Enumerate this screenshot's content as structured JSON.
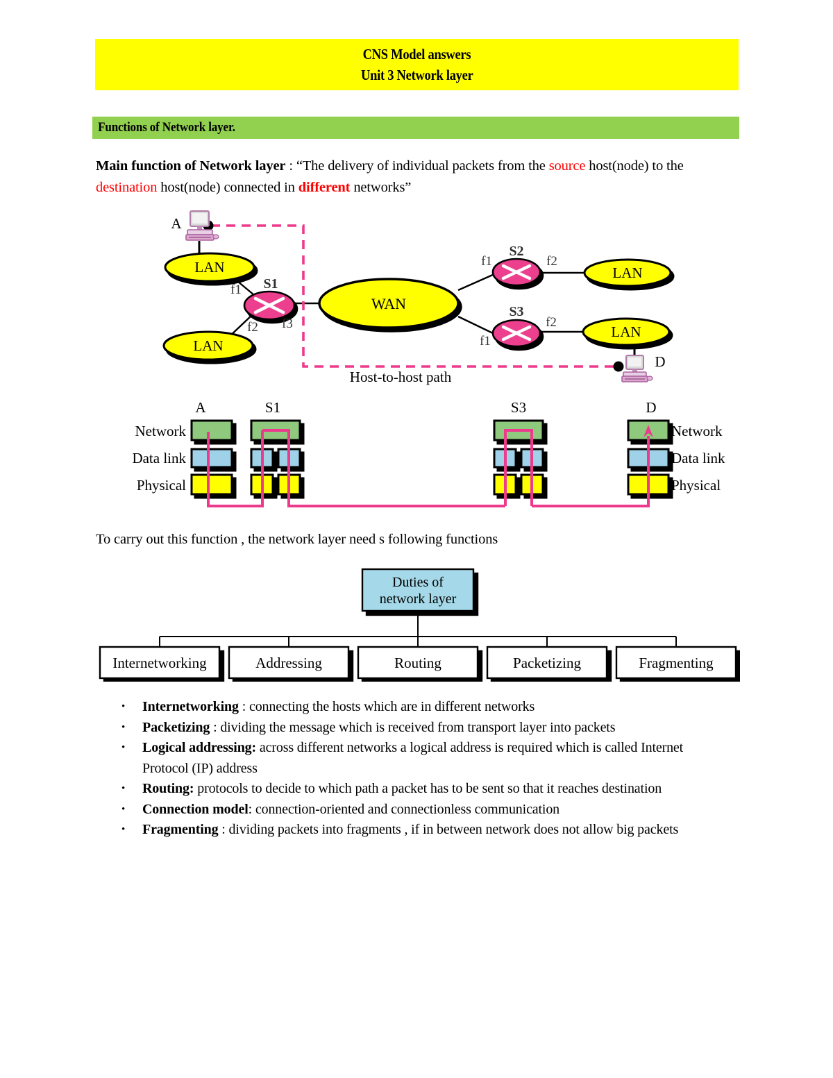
{
  "document": {
    "title_lines": [
      "CNS Model answers",
      "Unit 3 Network layer"
    ],
    "section_heading": "Functions of Network layer.",
    "intro": {
      "lead": "Main function of Network layer",
      "part1": " : “The delivery of individual packets from the ",
      "kw1": "source",
      "part2": " host(node) to the ",
      "kw2": "destination",
      "part3": " host(node) connected in ",
      "kw3": "different",
      "part4": " networks”"
    },
    "mid_paragraph": "To carry out this function , the network layer need s following functions"
  },
  "colors": {
    "title_band": "#ffff00",
    "section_band": "#92d050",
    "accent_red": "#ff0000",
    "lan_fill": "#ffff00",
    "wan_fill": "#ffff00",
    "router_fill": "#ec3f8f",
    "path_pink": "#ee3a8c",
    "network_layer": "#8fc97e",
    "datalink_layer": "#9fd2e8",
    "physical_layer": "#ffff00",
    "duties_box": "#a5d8e8"
  },
  "topology_figure": {
    "caption": "Host-to-host path",
    "hosts": [
      {
        "label": "A",
        "role": "source-host"
      },
      {
        "label": "D",
        "role": "destination-host"
      }
    ],
    "clouds": [
      {
        "label": "LAN",
        "id": "lan-top-left"
      },
      {
        "label": "LAN",
        "id": "lan-bottom-left"
      },
      {
        "label": "WAN",
        "id": "wan-center"
      },
      {
        "label": "LAN",
        "id": "lan-top-right"
      },
      {
        "label": "LAN",
        "id": "lan-bottom-right"
      }
    ],
    "routers": [
      {
        "label": "S1",
        "interfaces": [
          "f1",
          "f2",
          "f3"
        ]
      },
      {
        "label": "S2",
        "interfaces": [
          "f1",
          "f2"
        ]
      },
      {
        "label": "S3",
        "interfaces": [
          "f1",
          "f2"
        ]
      }
    ]
  },
  "stack_figure": {
    "node_labels": [
      "A",
      "S1",
      "S3",
      "D"
    ],
    "layer_labels_left": [
      "Network",
      "Data link",
      "Physical"
    ],
    "layer_labels_right": [
      "Network",
      "Data link",
      "Physical"
    ]
  },
  "duties_figure": {
    "root": "Duties of\nnetwork layer",
    "root_line1": "Duties of",
    "root_line2": "network layer",
    "children": [
      "Internetworking",
      "Addressing",
      "Routing",
      "Packetizing",
      "Fragmenting"
    ]
  },
  "bullets": [
    {
      "marker": "•",
      "term": "Internetworking",
      "rest": " : connecting the hosts which are in different networks"
    },
    {
      "marker": "•",
      "term": "Packetizing",
      "rest": " : dividing the message which is received from transport layer into packets"
    },
    {
      "marker": "•",
      "term": "Logical addressing:",
      "rest": "  across different networks a logical address is required which is called Internet Protocol (IP) address"
    },
    {
      "marker": "•",
      "term": "Routing:",
      "rest": " protocols to decide to which path a packet has to be sent so that it reaches destination"
    },
    {
      "marker": "•",
      "term": "Connection model",
      "rest": ": connection-oriented and connectionless communication"
    },
    {
      "marker": "•",
      "term": "Fragmenting",
      "rest": " : dividing packets into fragments , if in between network does not allow big packets"
    }
  ]
}
